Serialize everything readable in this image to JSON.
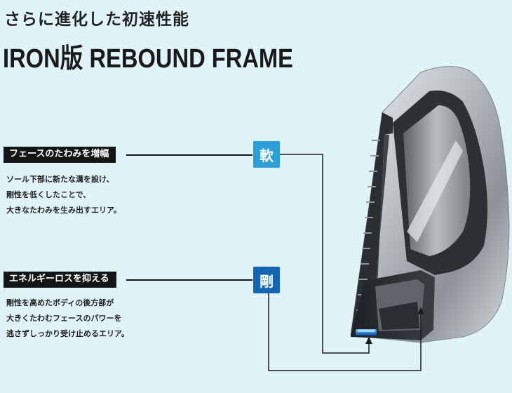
{
  "header": {
    "subtitle": "さらに進化した初速性能",
    "title": "IRON版 REBOUND FRAME"
  },
  "sections": [
    {
      "label": "フェースのたわみを増幅",
      "badge": "軟",
      "badge_color": "#2b9fd6",
      "description": [
        "ソール下部に新たな溝を設け、",
        "剛性を低くしたことで、",
        "大きなたわみを生み出すエリア。"
      ]
    },
    {
      "label": "エネルギーロスを抑える",
      "badge": "剛",
      "badge_color": "#1466b3",
      "description": [
        "剛性を高めたボディの後方部が",
        "大きくたわむフェースのパワーを",
        "逃さずしっかり受け止めるエリア。"
      ]
    }
  ]
}
